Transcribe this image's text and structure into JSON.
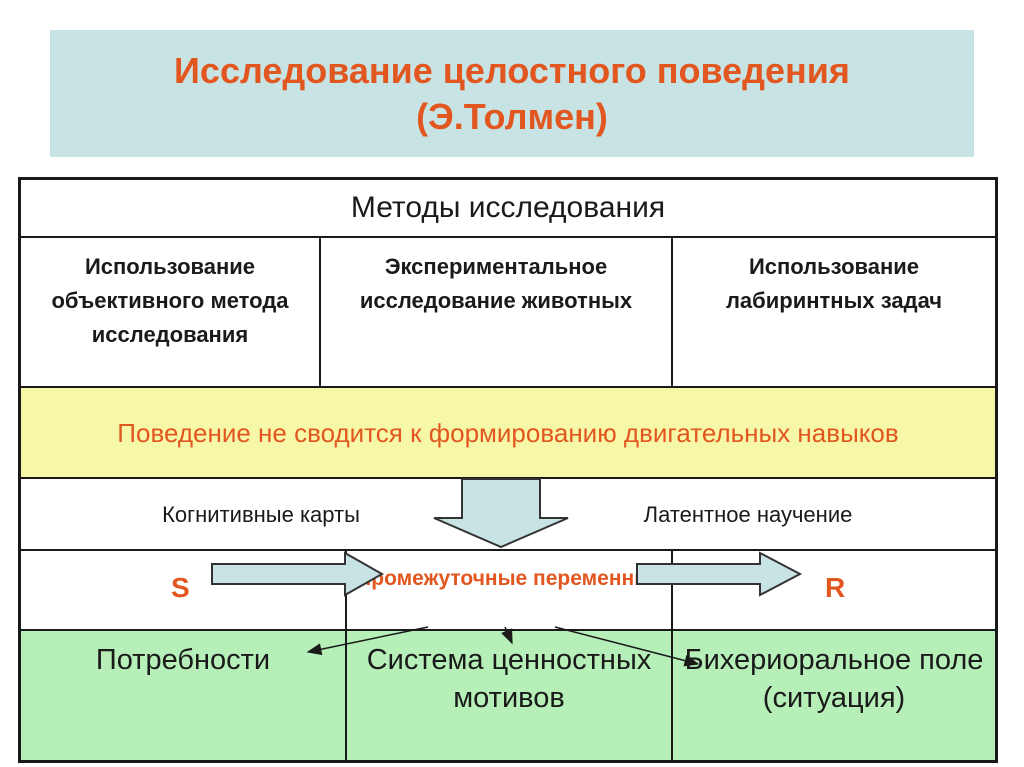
{
  "title": {
    "line1": "Исследование целостного поведения",
    "line2": "(Э.Толмен)"
  },
  "table": {
    "header": "Методы исследования",
    "methods": [
      "Использование объективного метода исследования",
      "Экспериментальное исследование животных",
      "Использование лабиринтных задач"
    ],
    "behavior_note": "Поведение не сводится к формированию двигательных навыков",
    "concepts": [
      "Когнитивные карты",
      "Латентное научение"
    ],
    "stimulus": "S",
    "intermediate_variables": "Промежуточные переменные",
    "response": "R",
    "variables": [
      "Потребности",
      "Система ценностных мотивов",
      "Бихериоральное поле (ситуация)"
    ]
  },
  "colors": {
    "title_bg": "#c8e3e3",
    "accent_orange": "#e2561f",
    "yellow_bg": "#f7f7a8",
    "green_bg": "#b6f0b8",
    "arrow_fill": "#c8e3e3"
  }
}
